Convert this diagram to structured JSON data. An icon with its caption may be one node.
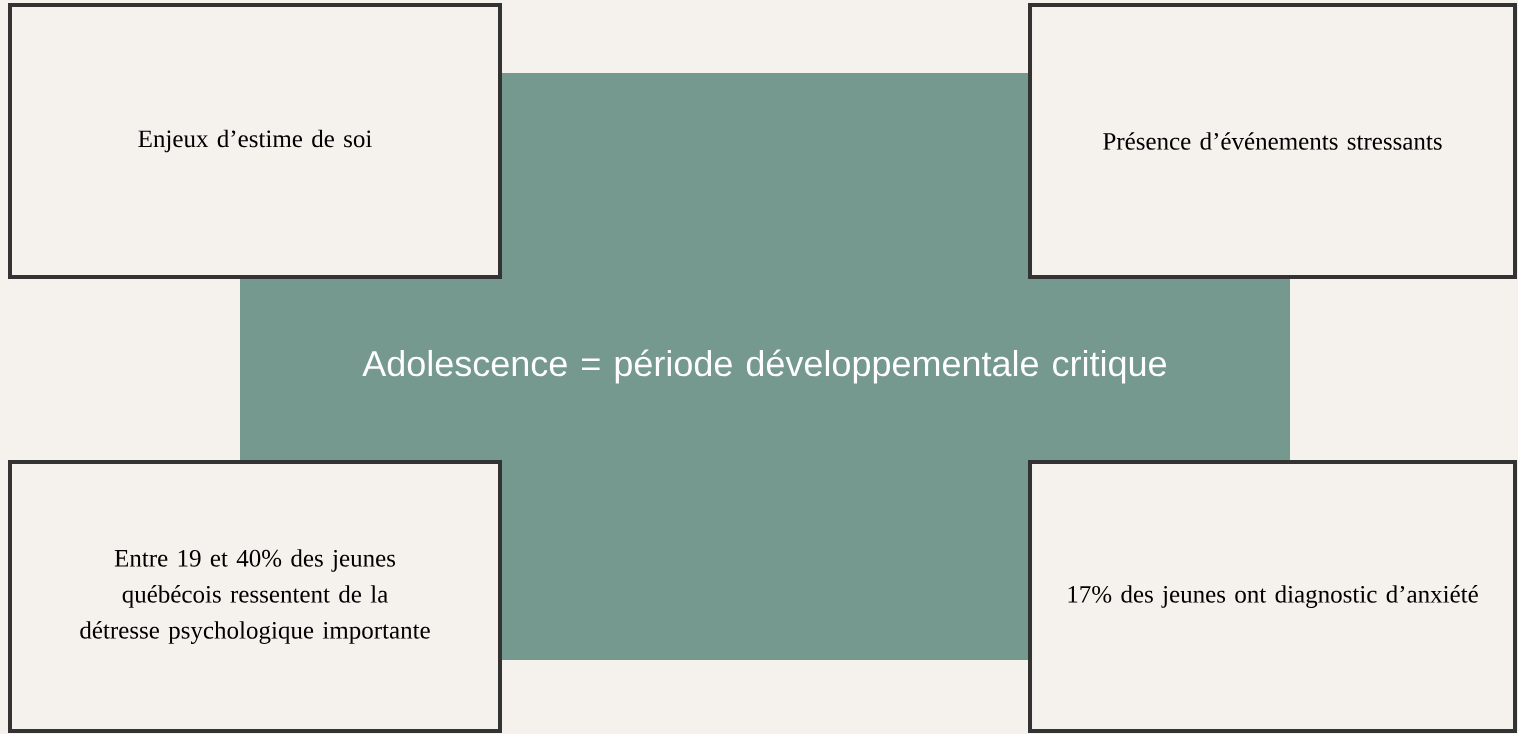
{
  "diagram": {
    "nodes": [
      {
        "text": [
          "Enjeux d’estime de soi"
        ]
      },
      {
        "text": [
          "Présence d’événements stressants"
        ]
      },
      {
        "text": [
          "Adolescence = période développementale critique"
        ]
      },
      {
        "text": [
          "Entre 19 et 40% des jeunes québécois ressentent de la détresse psychologique importante"
        ]
      },
      {
        "text": [
          "17% des jeunes ont diagnostic d’anxiété"
        ]
      }
    ]
  }
}
